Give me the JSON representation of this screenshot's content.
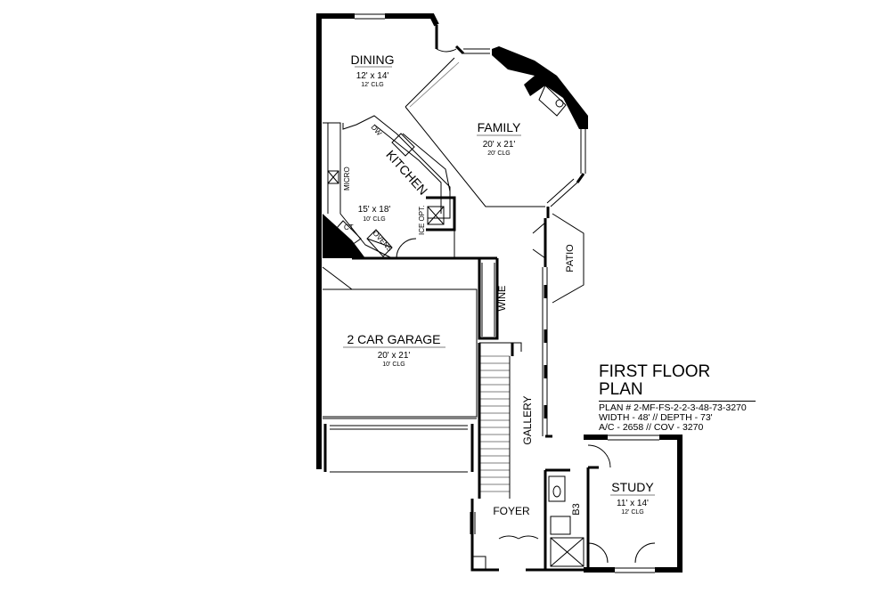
{
  "plan": {
    "title": "FIRST FLOOR PLAN",
    "plan_number": "PLAN # 2-MF-FS-2-2-3-48-73-3270",
    "dimensions": "WIDTH - 48' // DEPTH - 73'",
    "area": "A/C - 2658 // COV - 3270"
  },
  "rooms": {
    "dining": {
      "name": "DINING",
      "size": "12' x 14'",
      "ceiling": "12' CLG"
    },
    "family": {
      "name": "FAMILY",
      "size": "20' x 21'",
      "ceiling": "20' CLG"
    },
    "kitchen": {
      "name": "KITCHEN",
      "size": "15' x 18'",
      "ceiling": "10' CLG"
    },
    "garage": {
      "name": "2 CAR GARAGE",
      "size": "20' x 21'",
      "ceiling": "10' CLG"
    },
    "study": {
      "name": "STUDY",
      "size": "11' x 14'",
      "ceiling": "12' CLG"
    },
    "patio": {
      "name": "PATIO"
    },
    "wine": {
      "name": "WINE"
    },
    "gallery": {
      "name": "GALLERY"
    },
    "foyer": {
      "name": "FOYER"
    },
    "bath": {
      "name": "B3"
    }
  },
  "fixtures": {
    "dw": "DW",
    "micro": "MICRO",
    "ct": "CT",
    "ovens": "OVENS",
    "ice": "ICE OPT."
  }
}
